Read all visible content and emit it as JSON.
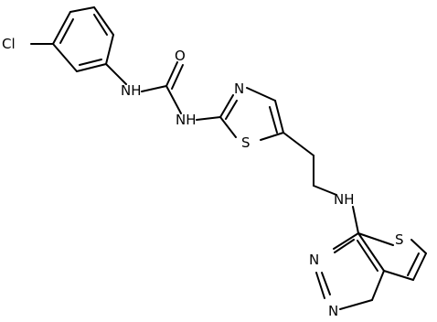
{
  "colors": {
    "background": "#ffffff",
    "ink": "#000000"
  },
  "atoms": {
    "cl": "Cl",
    "nh_urea_1": "NH",
    "o_carbonyl": "O",
    "nh_urea_2": "NH",
    "n_thiazole": "N",
    "s_thiazole": "S",
    "nh_amine": "NH",
    "s_thiophene": "S",
    "n_pyrimidine_upper": "N",
    "n_pyrimidine_lower": "N"
  }
}
